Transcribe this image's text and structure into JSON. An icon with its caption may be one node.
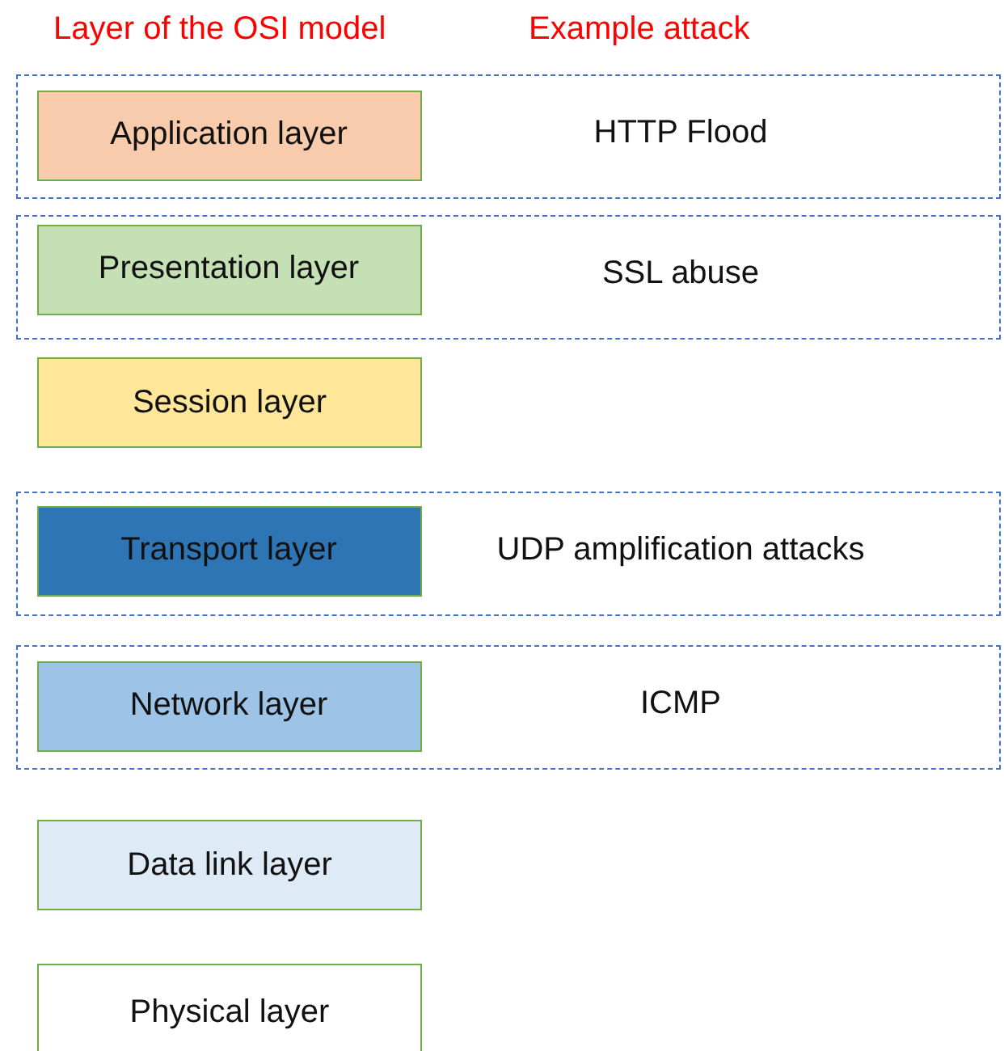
{
  "diagram": {
    "nodes": [
      {
        "text": [
          "HTTP Flood"
        ]
      },
      {
        "text": [
          "Application layer"
        ],
        "in": 0
      },
      {
        "text": [
          "SSL abuse"
        ]
      },
      {
        "text": [
          "Presentation layer"
        ],
        "in": 2
      },
      {
        "text": [
          "Session layer"
        ]
      },
      {
        "text": [
          "UDP amplification attacks"
        ]
      },
      {
        "text": [
          "Transport layer"
        ],
        "in": 5
      },
      {
        "text": [
          "ICMP"
        ]
      },
      {
        "text": [
          "Network layer"
        ],
        "in": 7
      },
      {
        "text": [
          "Data link layer"
        ]
      },
      {
        "text": [
          "Physical layer"
        ]
      }
    ],
    "labels": [
      "Layer of the OSI model",
      "Example attack"
    ]
  }
}
